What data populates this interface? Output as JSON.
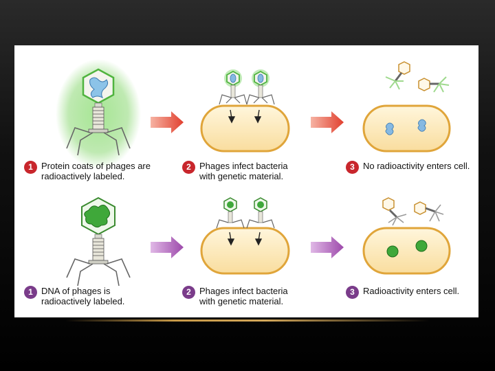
{
  "colors": {
    "protein_label": "#7bd36a",
    "dna_label": "#3faa3a",
    "cell_fill": "#fbe4b0",
    "cell_border": "#e0a53a",
    "red_arrow": "#e34b3c",
    "purple_arrow": "#a65bb0",
    "red_badge": "#c8262c",
    "purple_badge": "#7a3c8a"
  },
  "top_row": {
    "step1": {
      "number": "1",
      "text": "Protein coats of phages are radioactively labeled."
    },
    "step2": {
      "number": "2",
      "text": "Phages infect bacteria with genetic material."
    },
    "step3": {
      "number": "3",
      "text": "No radioactivity enters cell."
    }
  },
  "bottom_row": {
    "step1": {
      "number": "1",
      "text": "DNA of phages is radioactively labeled."
    },
    "step2": {
      "number": "2",
      "text": "Phages infect bacteria with genetic material."
    },
    "step3": {
      "number": "3",
      "text": "Radioactivity enters cell."
    }
  }
}
